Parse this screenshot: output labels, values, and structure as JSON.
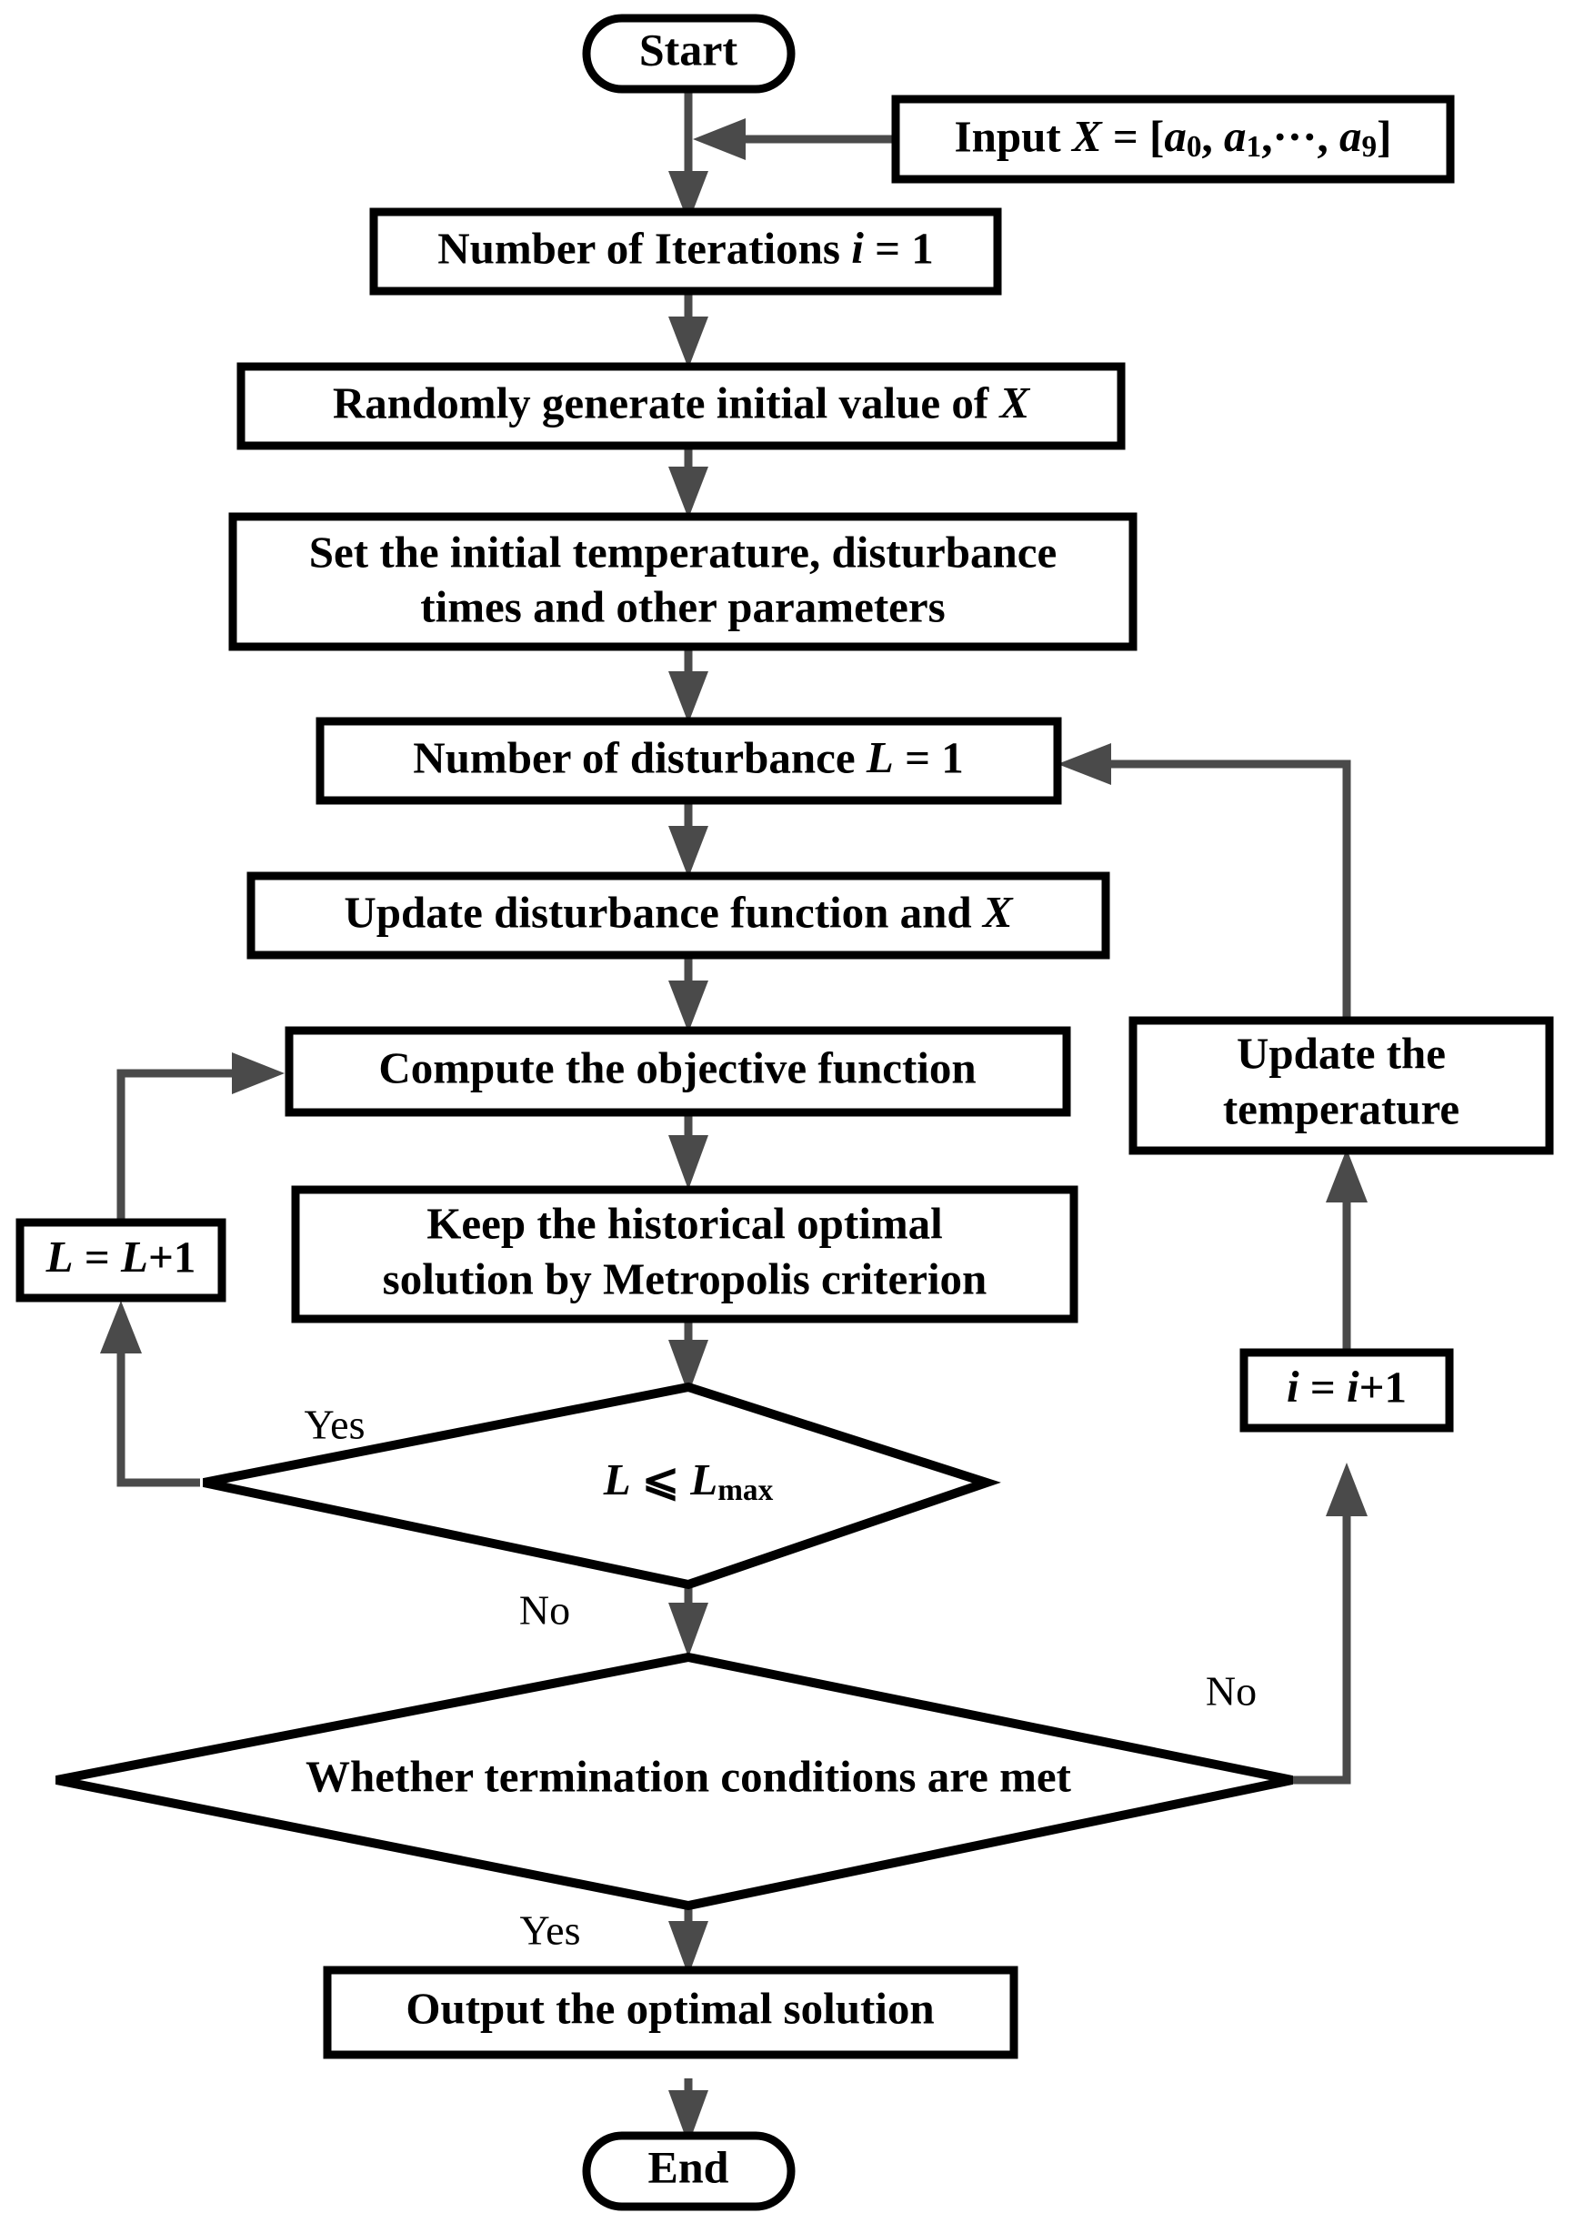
{
  "diagram": {
    "title": "Simulated annealing optimization flowchart",
    "type": "flowchart",
    "background_color": "#ffffff",
    "node_border_color": "#000000",
    "connector_color": "#4a4a4a"
  },
  "nodes": {
    "start": {
      "label": "Start",
      "shape": "terminal"
    },
    "input": {
      "label": "Input X = [a0, a1,···, a9]",
      "shape": "process"
    },
    "iterations": {
      "label": "Number of Iterations i = 1",
      "shape": "process"
    },
    "random_init": {
      "label": "Randomly generate initial value of X",
      "shape": "process"
    },
    "set_params_line1": {
      "label": "Set the initial temperature, disturbance",
      "shape": "process"
    },
    "set_params_line2": {
      "label": "times and other parameters",
      "shape": "process"
    },
    "disturbance_count": {
      "label": "Number of disturbance L = 1",
      "shape": "process"
    },
    "update_disturbance": {
      "label": "Update disturbance function and X",
      "shape": "process"
    },
    "compute_objective": {
      "label": "Compute the objective function",
      "shape": "process"
    },
    "update_temperature_line1": {
      "label": "Update the",
      "shape": "process"
    },
    "update_temperature_line2": {
      "label": "temperature",
      "shape": "process"
    },
    "metropolis_line1": {
      "label": "Keep the historical optimal",
      "shape": "process"
    },
    "metropolis_line2": {
      "label": "solution by Metropolis criterion",
      "shape": "process"
    },
    "l_increment": {
      "label": "L = L+1",
      "shape": "process"
    },
    "i_increment": {
      "label": "i = i+1",
      "shape": "process"
    },
    "decision_l": {
      "label": "L ⩽ Lmax",
      "shape": "decision"
    },
    "decision_termination": {
      "label": "Whether termination conditions are met",
      "shape": "decision"
    },
    "output": {
      "label": "Output the optimal solution",
      "shape": "process"
    },
    "end": {
      "label": "End",
      "shape": "terminal"
    }
  },
  "edge_labels": {
    "l_yes": "Yes",
    "l_no": "No",
    "term_no": "No",
    "term_yes": "Yes"
  }
}
